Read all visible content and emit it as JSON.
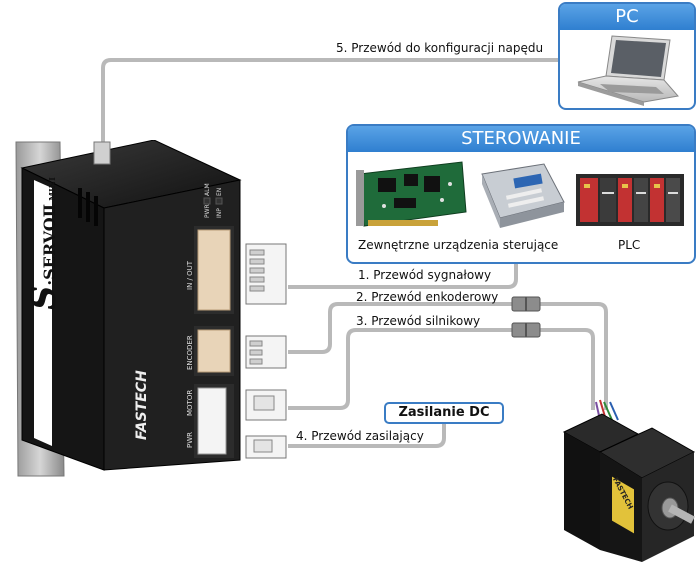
{
  "pc": {
    "title": "PC"
  },
  "control": {
    "title": "STEROWANIE",
    "external_label": "Zewnętrzne urządzenia sterujące",
    "plc_label": "PLC"
  },
  "cables": {
    "c5": "5. Przewód do konfiguracji napędu",
    "c1": "1. Przewód sygnałowy",
    "c2": "2. Przewód enkoderowy",
    "c3": "3. Przewód silnikowy",
    "c4": "4. Przewód zasilający"
  },
  "power": {
    "label": "Zasilanie DC"
  },
  "drive": {
    "brand": "FASTECH",
    "model_prefix": "S",
    "model": "·SERVO",
    "model_suffix": "Ⅱ",
    "model_mini": "MINI",
    "port_inout": "IN / OUT",
    "port_encoder": "ENCODER",
    "port_motor": "MOTOR",
    "port_pwr": "PWR",
    "led_pwr": "PWR",
    "led_alm": "ALM",
    "sw_en": "EN",
    "sw_inp": "INP"
  },
  "motor": {
    "brand": "FASTECH"
  },
  "colors": {
    "accent": "#3a7cc4",
    "cable": "#b8b8b8",
    "drive_body": "#1b1b1b"
  }
}
